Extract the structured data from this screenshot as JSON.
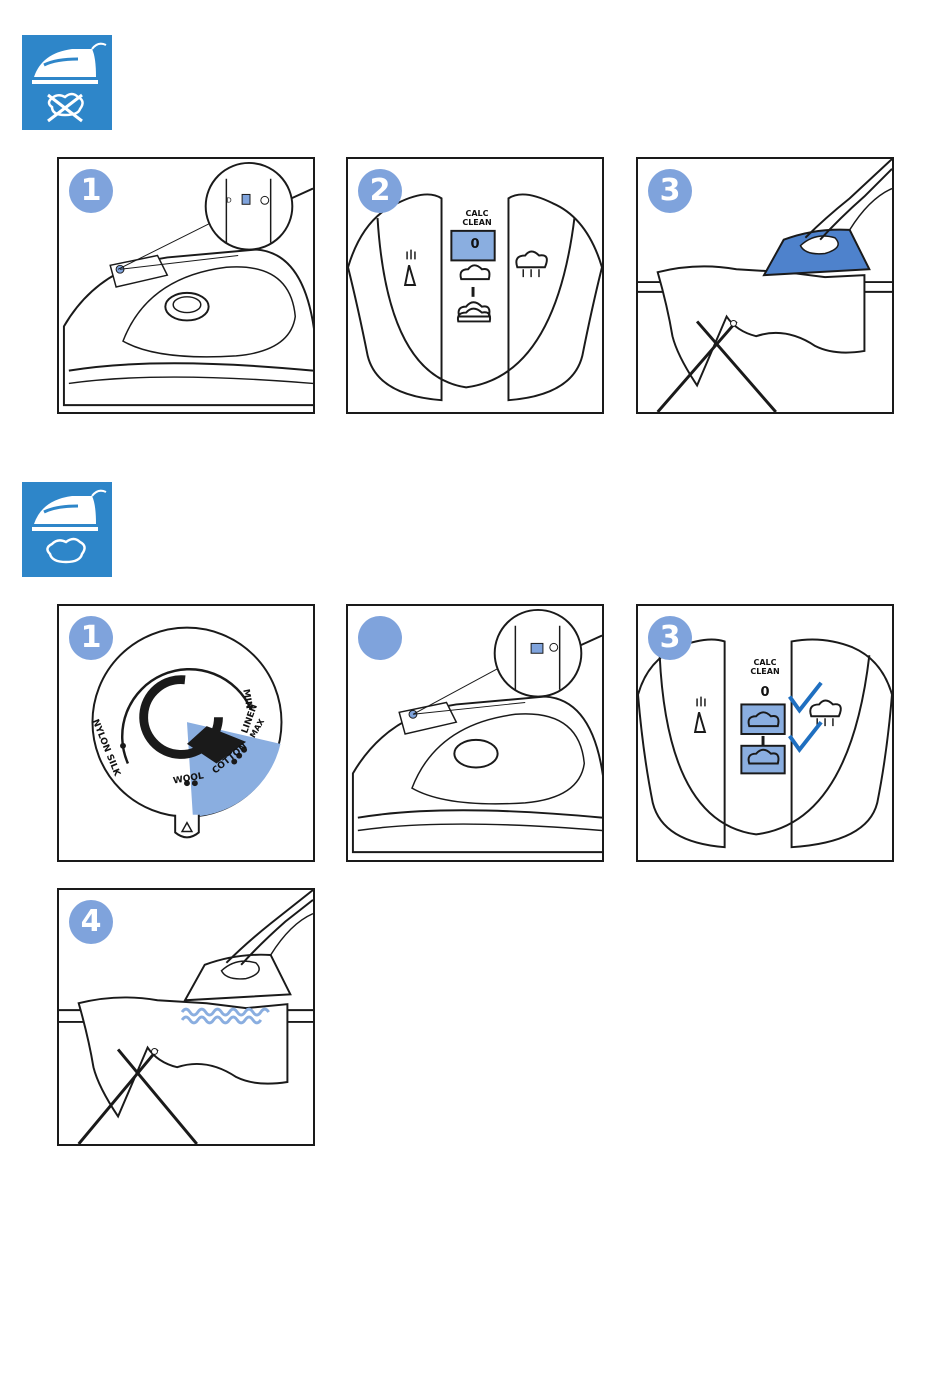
{
  "sections": [
    {
      "icon": "iron-no-steam-icon",
      "steps": [
        {
          "badge": "1"
        },
        {
          "badge": "2",
          "calc_clean": "CALC\nCLEAN",
          "setting_value": "0"
        },
        {
          "badge": "3"
        }
      ]
    },
    {
      "icon": "iron-steam-icon",
      "steps": [
        {
          "badge": "1",
          "dial_labels": [
            "NYLON SILK",
            "WOOL",
            "COTTON",
            "LINEN",
            "MAX",
            "MIN"
          ]
        },
        {
          "badge": ""
        },
        {
          "badge": "3",
          "calc_clean": "CALC\nCLEAN",
          "setting_value": "0"
        },
        {
          "badge": "4"
        }
      ]
    }
  ],
  "colors": {
    "accent": "#2e86c9",
    "badge": "#7fa3dc",
    "highlight": "#8aaee0",
    "check": "#1f6fc0"
  }
}
